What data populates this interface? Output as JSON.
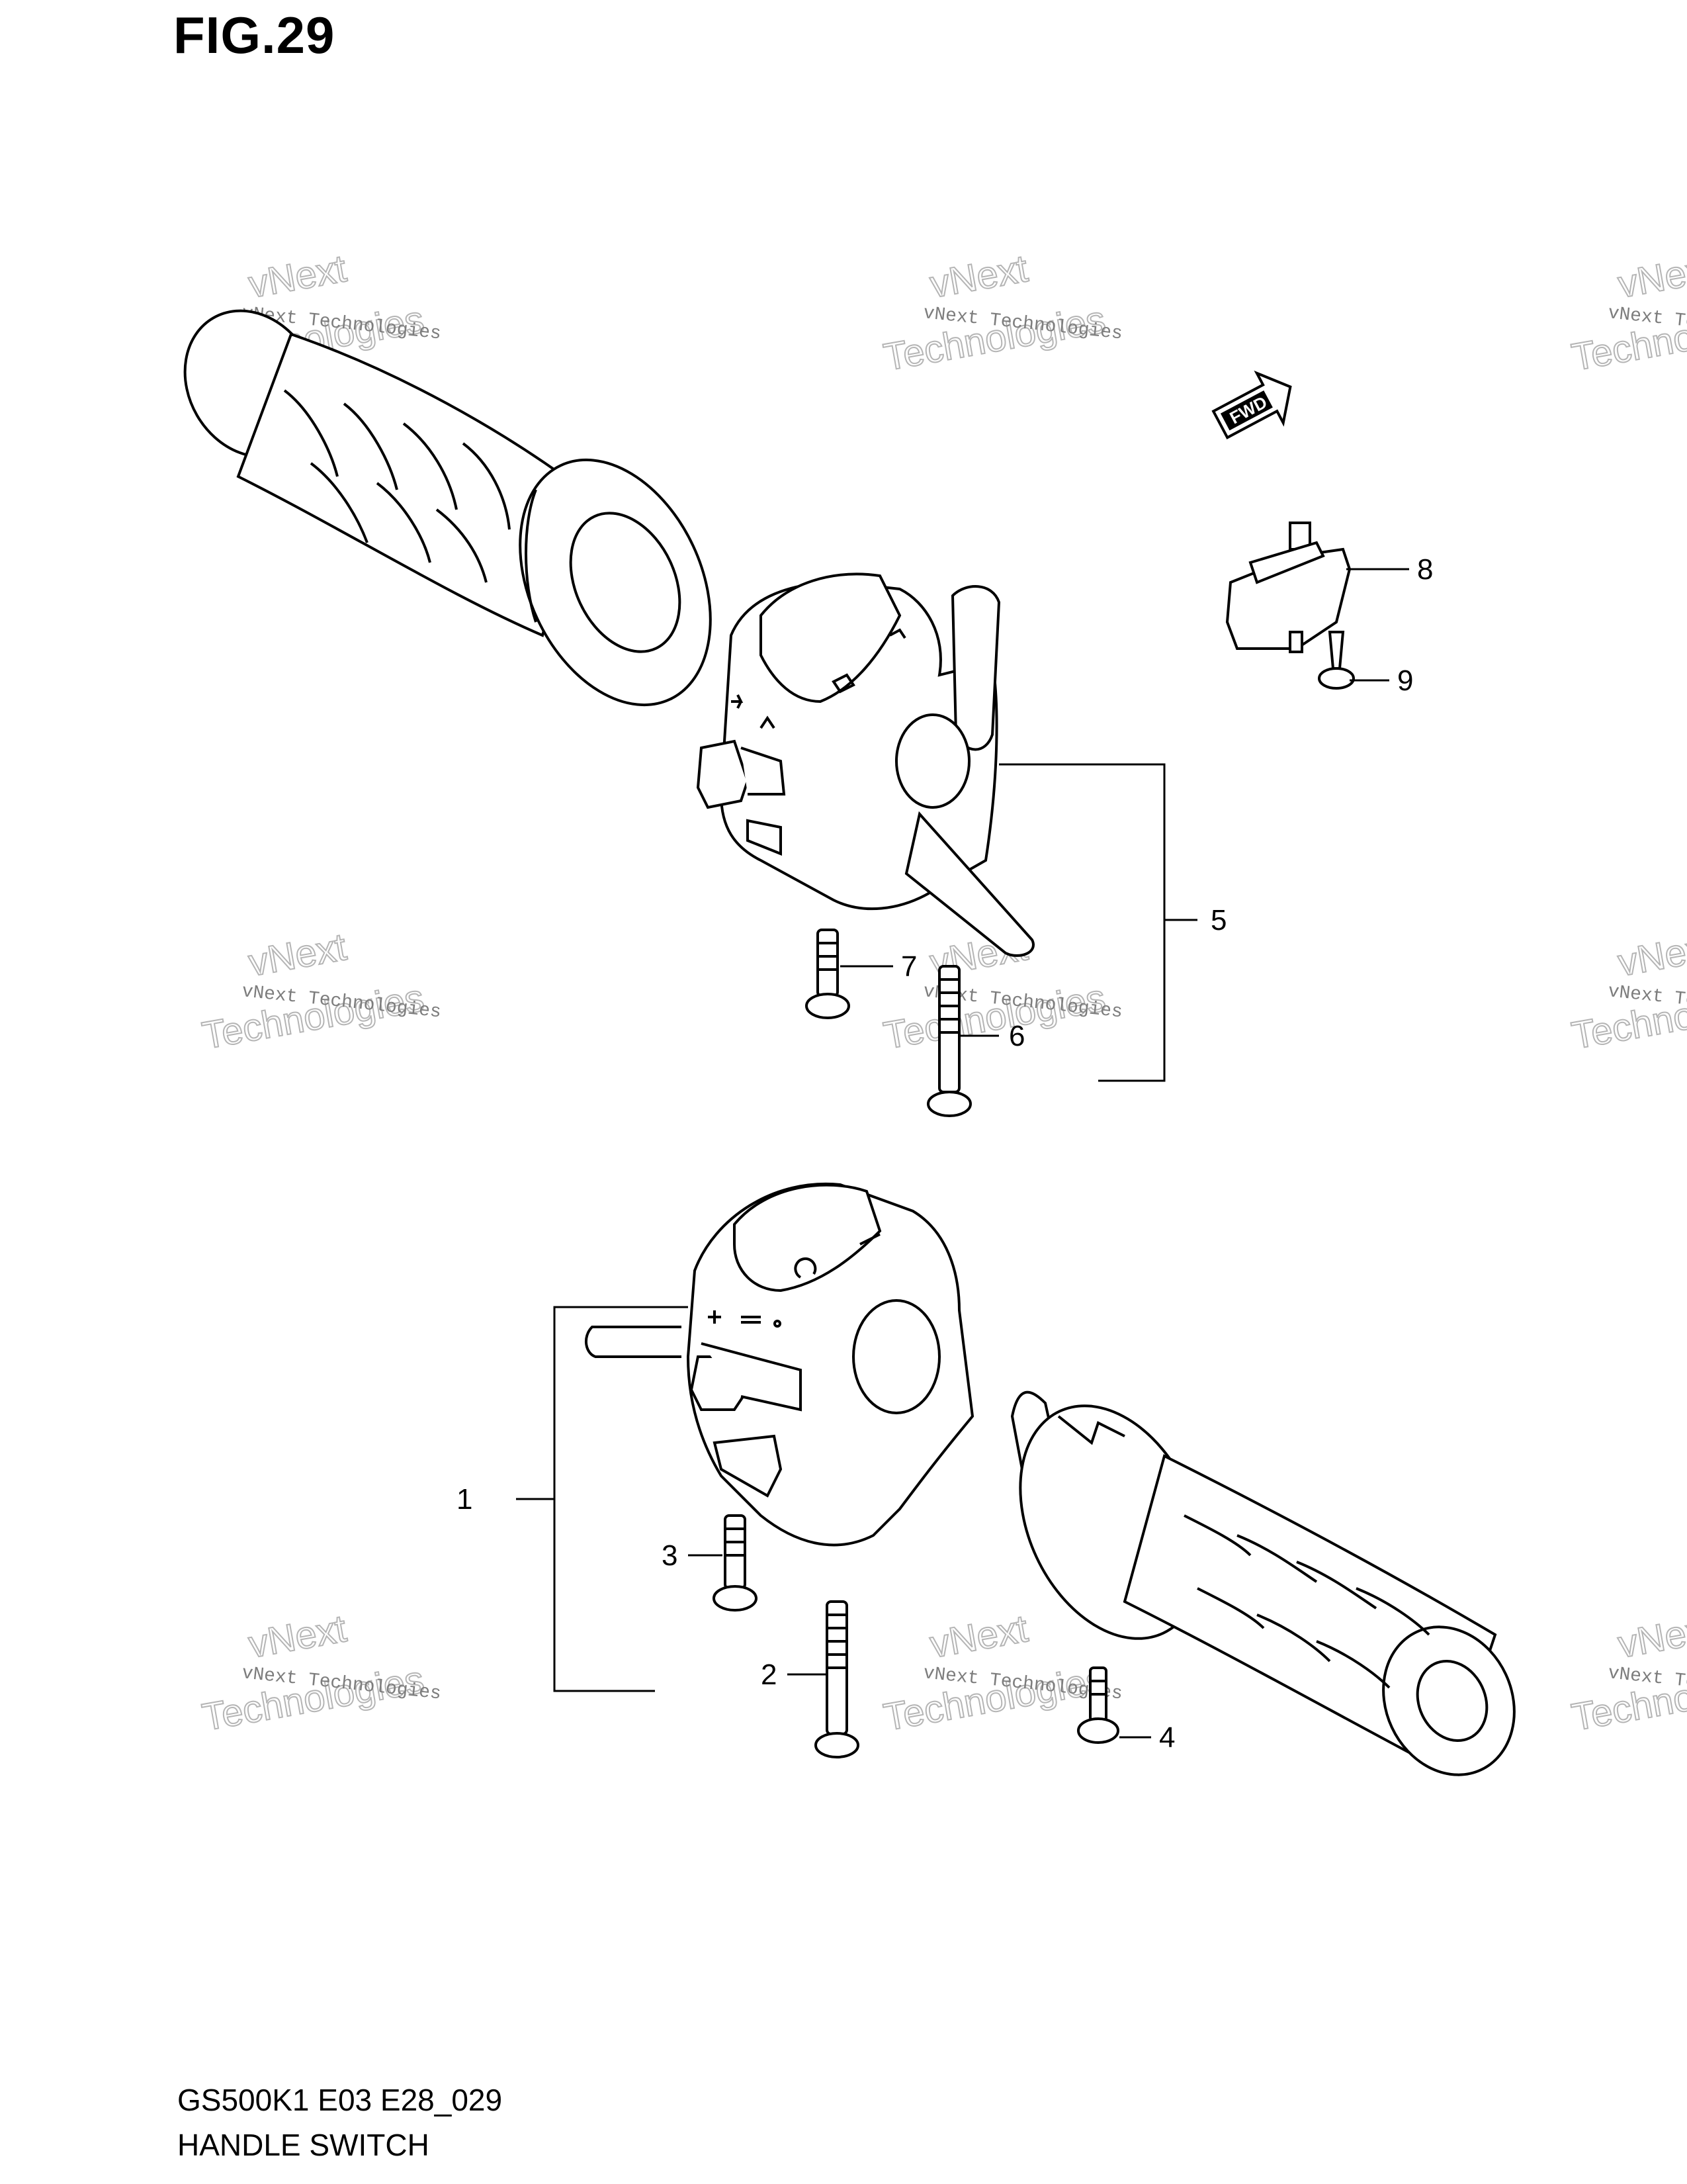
{
  "figure": {
    "title": "FIG.29"
  },
  "footer": {
    "model_code": "GS500K1 E03 E28_029",
    "section_name": "HANDLE SWITCH"
  },
  "direction_badge": {
    "label": "FWD"
  },
  "callouts": [
    {
      "number": "1",
      "part": "left-handle-switch-assembly"
    },
    {
      "number": "2",
      "part": "long-screw-lower"
    },
    {
      "number": "3",
      "part": "short-screw-lower"
    },
    {
      "number": "4",
      "part": "small-screw-lower"
    },
    {
      "number": "5",
      "part": "right-handle-switch-assembly"
    },
    {
      "number": "6",
      "part": "long-screw-upper"
    },
    {
      "number": "7",
      "part": "short-screw-upper"
    },
    {
      "number": "8",
      "part": "brake-switch"
    },
    {
      "number": "9",
      "part": "tapping-screw"
    }
  ],
  "watermark": {
    "line1": "vNext Technologies",
    "line2a": "vNext",
    "line2b": "Technologies"
  }
}
